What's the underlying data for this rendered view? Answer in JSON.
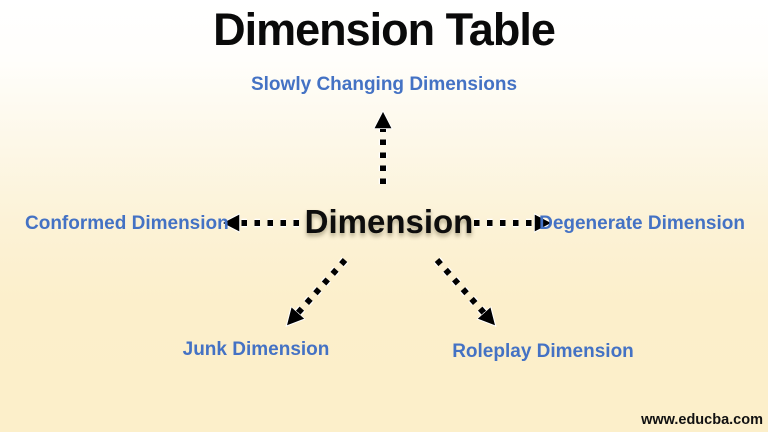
{
  "title": "Dimension Table",
  "center_node": "Dimension",
  "nodes": {
    "top": "Slowly Changing Dimensions",
    "left": "Conformed Dimension",
    "right": "Degenerate Dimension",
    "bottom_left": "Junk Dimension",
    "bottom_right": "Roleplay Dimension"
  },
  "watermark": "www.educba.com",
  "colors": {
    "label_blue": "#4472C4",
    "arrow_black": "#000000",
    "title_black": "#0a0a0a",
    "background_top": "#ffffff",
    "background_bottom": "#fcefca"
  }
}
